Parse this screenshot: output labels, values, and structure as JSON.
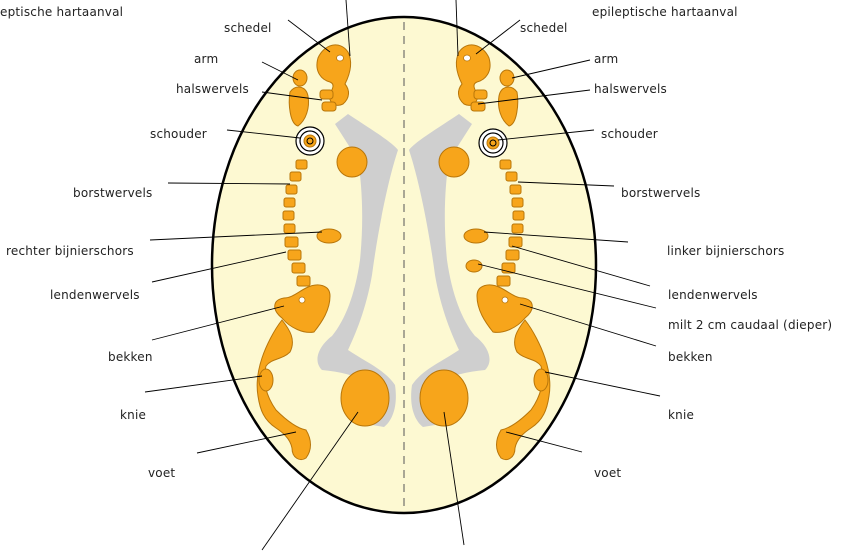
{
  "colors": {
    "body_fill": "#fdf9d2",
    "body_outline": "#000000",
    "bone_orange": "#f7a51b",
    "gut_gray": "#cfcfcf",
    "text": "#222222"
  },
  "labels": {
    "top_left_partial": "eptische hartaanval",
    "top_right": "epileptische hartaanval",
    "left": {
      "schedel": "schedel",
      "arm": "arm",
      "halswervels": "halswervels",
      "schouder": "schouder",
      "borstwervels": "borstwervels",
      "bijnierschors": "rechter bijnierschors",
      "lendenwervels": "lendenwervels",
      "bekken": "bekken",
      "knie": "knie",
      "voet": "voet"
    },
    "right": {
      "schedel": "schedel",
      "arm": "arm",
      "halswervels": "halswervels",
      "schouder": "schouder",
      "borstwervels": "borstwervels",
      "bijnierschors": "linker bijnierschors",
      "lendenwervels": "lendenwervels",
      "milt": "milt 2 cm caudaal (dieper)",
      "bekken": "bekken",
      "knie": "knie",
      "voet": "voet"
    }
  }
}
